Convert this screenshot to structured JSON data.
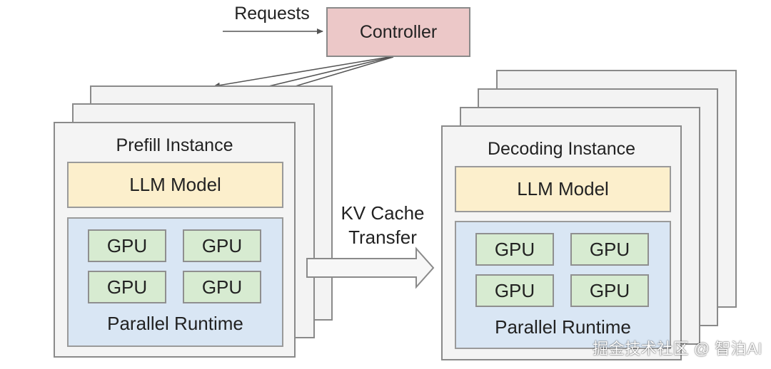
{
  "requests_label": "Requests",
  "controller_label": "Controller",
  "kv_transfer": {
    "line1": "KV Cache",
    "line2": "Transfer"
  },
  "prefill": {
    "title": "Prefill Instance",
    "model_label": "LLM Model",
    "gpus": [
      "GPU",
      "GPU",
      "GPU",
      "GPU"
    ],
    "runtime_label": "Parallel Runtime"
  },
  "decoding": {
    "title": "Decoding Instance",
    "model_label": "LLM Model",
    "gpus": [
      "GPU",
      "GPU",
      "GPU",
      "GPU"
    ],
    "runtime_label": "Parallel Runtime"
  },
  "watermark": "掘金技术社区 @ 智泊AI",
  "colors": {
    "controller": "#ecc8c8",
    "model": "#fcefcc",
    "runtime": "#d9e6f4",
    "gpu": "#d7ebd1",
    "card": "#f3f3f3",
    "border": "#8a8a8a"
  }
}
